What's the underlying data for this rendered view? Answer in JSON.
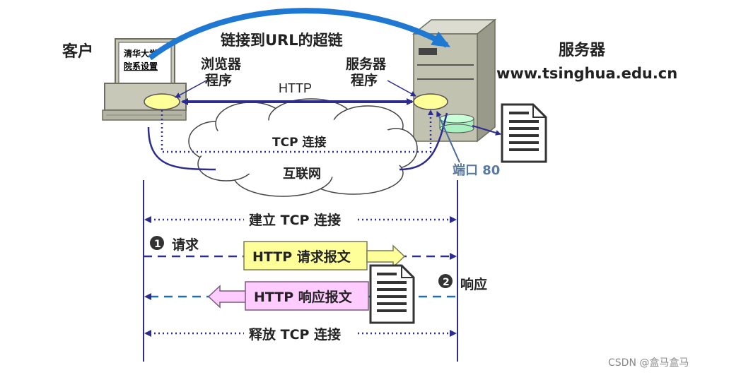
{
  "top": {
    "client_label": "客户",
    "server_label": "服务器",
    "server_domain": "www.tsinghua.edu.cn",
    "hyperlink_label": "链接到URL的超链",
    "screen_line1": "清华大学",
    "screen_line2": "院系设置",
    "browser_label_line1": "浏览器",
    "browser_label_line2": "程序",
    "server_prog_line1": "服务器",
    "server_prog_line2": "程序",
    "http_label": "HTTP",
    "tcp_label": "TCP 连接",
    "internet_label": "互联网",
    "port_label": "端口 80"
  },
  "sequence": {
    "establish_label": "建立 TCP 连接",
    "step1_num": "1",
    "step1_label": "请求",
    "request_box": "HTTP 请求报文",
    "step2_num": "2",
    "step2_label": "响应",
    "response_box": "HTTP 响应报文",
    "release_label": "释放 TCP 连接"
  },
  "watermark": "CSDN @盒马盒马",
  "colors": {
    "dark_blue": "#2d2d8f",
    "dash_blue": "#1f6fb5",
    "request_fill": "#ffff99",
    "response_fill": "#ffccff",
    "monitor": "#c8c8b8",
    "server": "#c2c2b0"
  }
}
